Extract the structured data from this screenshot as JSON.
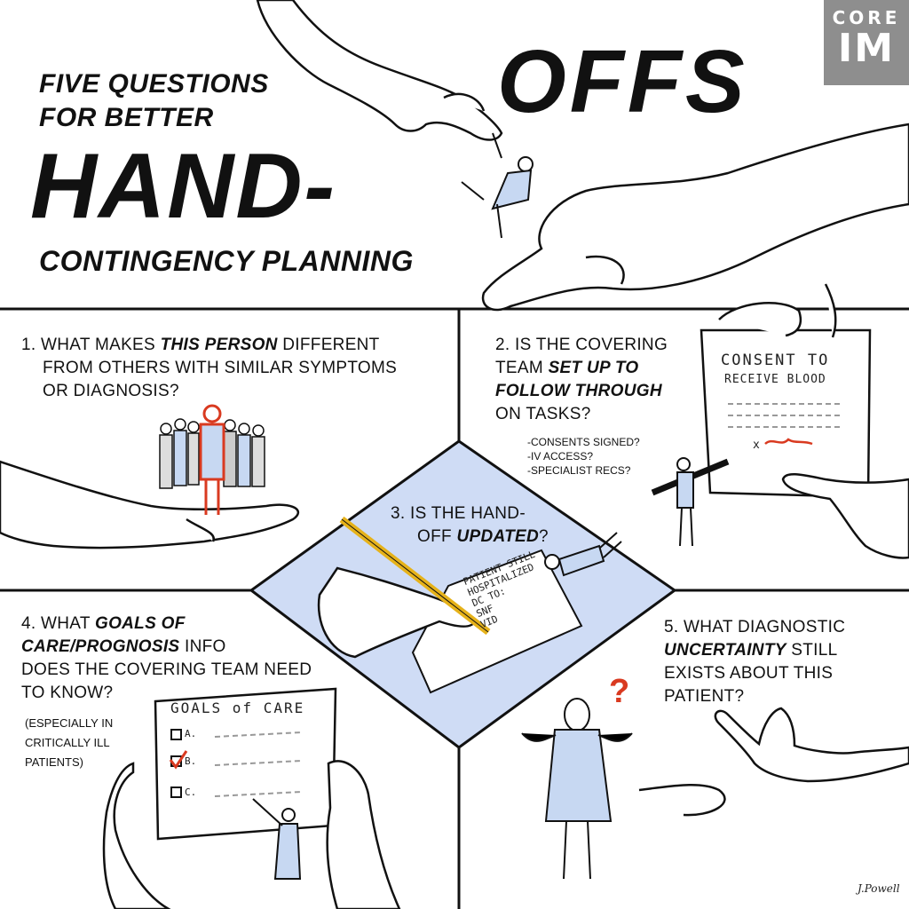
{
  "logo": {
    "line1": "CORE",
    "line2": "IM"
  },
  "title": {
    "line1": "FIVE QUESTIONS",
    "line2": "FOR BETTER",
    "hand": "HAND-",
    "offs": "OFFS",
    "subtitle": "CONTINGENCY PLANNING"
  },
  "q1": {
    "pre": "1. WHAT MAKES ",
    "emph": "THIS PERSON",
    "post": " DIFFERENT",
    "line2": "FROM OTHERS WITH SIMILAR SYMPTOMS",
    "line3": "OR DIAGNOSIS?"
  },
  "q2": {
    "line1": "2. IS THE COVERING",
    "line2pre": "TEAM ",
    "line2emph": "SET UP TO",
    "line3emph": "FOLLOW THROUGH",
    "line4": "ON TASKS?",
    "bullets": [
      "-CONSENTS SIGNED?",
      "-IV ACCESS?",
      "-SPECIALIST RECS?"
    ]
  },
  "consent": {
    "title": "CONSENT TO",
    "line2": "RECEIVE BLOOD",
    "mark": "x"
  },
  "q3": {
    "line1": "3. IS THE HAND-",
    "line2pre": "OFF ",
    "line2emph": "UPDATED",
    "line2post": "?"
  },
  "note": {
    "line1": "PATIENT STILL",
    "line2": "HOSPITALIZED",
    "line3": "DC TO:",
    "line4": "SNF",
    "line5": "VID"
  },
  "q4": {
    "line1pre": "4. WHAT ",
    "line1emph": "GOALS OF",
    "line2emph": "CARE/PROGNOSIS",
    "line2post": " INFO",
    "line3": "DOES THE COVERING TEAM NEED",
    "line4": "TO KNOW?",
    "sub1": "(ESPECIALLY IN",
    "sub2": "CRITICALLY ILL",
    "sub3": "PATIENTS)"
  },
  "goals": {
    "title": "GOALS of CARE",
    "items": [
      "A.",
      "B.",
      "C."
    ]
  },
  "q5": {
    "line1": "5. WHAT DIAGNOSTIC",
    "line2emph": "UNCERTAINTY",
    "line2post": " STILL",
    "line3": "EXISTS ABOUT THIS",
    "line4": "PATIENT?"
  },
  "question_mark": "?",
  "signature": "J.Powell",
  "colors": {
    "accent_red": "#d93a20",
    "panel_blue": "#cfdcf5",
    "gown_blue": "#c7d8f2",
    "logo_gray": "#8e8e8e"
  }
}
